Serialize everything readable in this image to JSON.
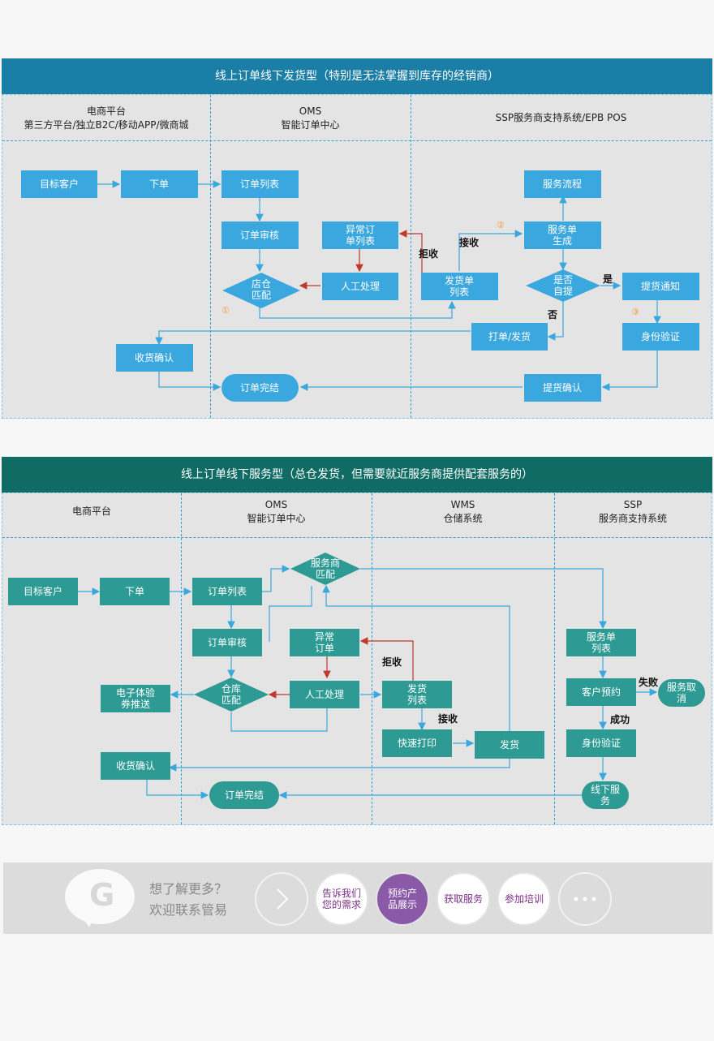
{
  "panel1": {
    "title": "线上订单线下发货型（特别是无法掌握到库存的经销商）",
    "header_color": "#1a7ea6",
    "node_color": "#3aa7de",
    "columns": [
      {
        "line1": "电商平台",
        "line2": "第三方平台/独立B2C/移动APP/微商城"
      },
      {
        "line1": "OMS",
        "line2": "智能订单中心"
      },
      {
        "line1": "SSP服务商支持系统/EPB POS",
        "line2": ""
      }
    ],
    "nodes": {
      "target_customer": "目标客户",
      "place_order": "下单",
      "order_list": "订单列表",
      "order_review": "订单审核",
      "store_match": [
        "店仓",
        "匹配"
      ],
      "exception_list": [
        "异常订",
        "单列表"
      ],
      "manual": "人工处理",
      "ship_list": [
        "发货单",
        "列表"
      ],
      "service_flow": "服务流程",
      "service_gen": [
        "服务单",
        "生成"
      ],
      "self_pickup": [
        "是否",
        "自提"
      ],
      "pickup_notice": "提货通知",
      "id_verify": "身份验证",
      "print_ship": "打单/发货",
      "receipt_confirm": "收货确认",
      "order_done": "订单完结",
      "pickup_confirm": "提货确认"
    },
    "labels": {
      "reject": "拒收",
      "accept": "接收",
      "yes": "是",
      "no": "否",
      "n1": "①",
      "n2": "②",
      "n3": "③"
    }
  },
  "panel2": {
    "title": "线上订单线下服务型（总仓发货，但需要就近服务商提供配套服务的）",
    "header_color": "#0f6b63",
    "node_color": "#2e9a94",
    "columns": [
      {
        "line1": "电商平台",
        "line2": ""
      },
      {
        "line1": "OMS",
        "line2": "智能订单中心"
      },
      {
        "line1": "WMS",
        "line2": "仓储系统"
      },
      {
        "line1": "SSP",
        "line2": "服务商支持系统"
      }
    ],
    "nodes": {
      "target_customer": "目标客户",
      "place_order": "下单",
      "order_list": "订单列表",
      "order_review": "订单审核",
      "service_match": [
        "服务商",
        "匹配"
      ],
      "warehouse_match": [
        "仓库",
        "匹配"
      ],
      "exception_order": [
        "异常",
        "订单"
      ],
      "manual": "人工处理",
      "e_push": [
        "电子体验",
        "券推送"
      ],
      "ship_list": [
        "发货",
        "列表"
      ],
      "quick_print": "快速打印",
      "ship": "发货",
      "receipt_confirm": "收货确认",
      "order_done": "订单完结",
      "service_list": [
        "服务单",
        "列表"
      ],
      "booking": "客户预约",
      "cancel": [
        "服务取",
        "消"
      ],
      "id_verify": "身份验证",
      "offline_service": [
        "线下服",
        "务"
      ]
    },
    "labels": {
      "reject": "拒收",
      "accept": "接收",
      "fail": "失败",
      "success": "成功"
    }
  },
  "footer": {
    "logo_letter": "G",
    "line1": "想了解更多？",
    "line2": "欢迎联系管易",
    "buttons": [
      {
        "line1": "告诉我们",
        "line2": "您的需求"
      },
      {
        "line1": "预约产",
        "line2": "品展示"
      },
      {
        "line1": "获取服务",
        "line2": ""
      },
      {
        "line1": "参加培训",
        "line2": ""
      }
    ],
    "arrow_icon": "chevron-right-icon",
    "more_icon": "more-dots-icon"
  }
}
